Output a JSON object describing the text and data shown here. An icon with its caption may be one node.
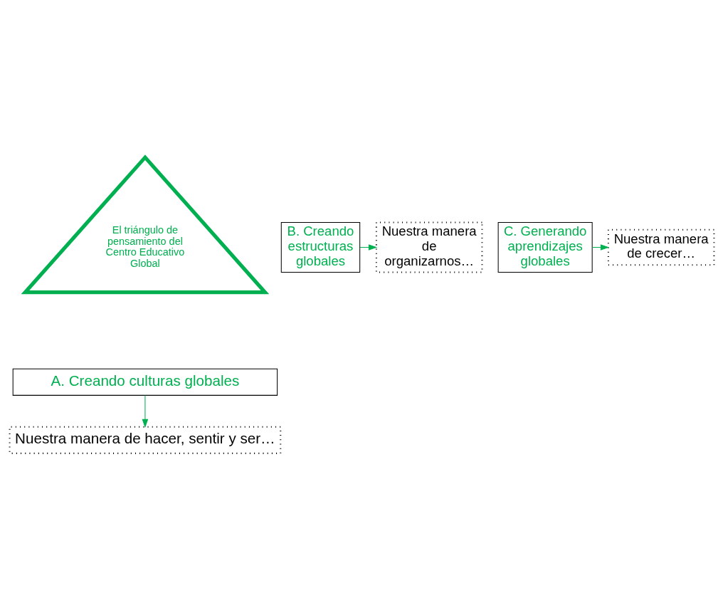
{
  "diagram": {
    "nodes": [
      {
        "text": [
          "El triángulo de pensamiento del Centro Educativo Global"
        ]
      },
      {
        "text": [
          "A. Creando culturas globales"
        ]
      },
      {
        "text": [
          "B. Creando estructuras globales"
        ]
      },
      {
        "text": [
          "C. Generando aprendizajes globales"
        ]
      },
      {
        "text": [
          "Nuestra manera de hacer, sentir y ser…"
        ]
      },
      {
        "text": [
          "Nuestra manera de organizarnos…"
        ]
      },
      {
        "text": [
          "Nuestra manera de crecer…"
        ]
      }
    ],
    "edges": [
      {
        "from": 1,
        "to": 4,
        "arrow": "to",
        "color": "#00b050"
      },
      {
        "from": 2,
        "to": 5,
        "arrow": "to",
        "color": "#00b050"
      },
      {
        "from": 3,
        "to": 6,
        "arrow": "to",
        "color": "#00b050"
      }
    ]
  }
}
